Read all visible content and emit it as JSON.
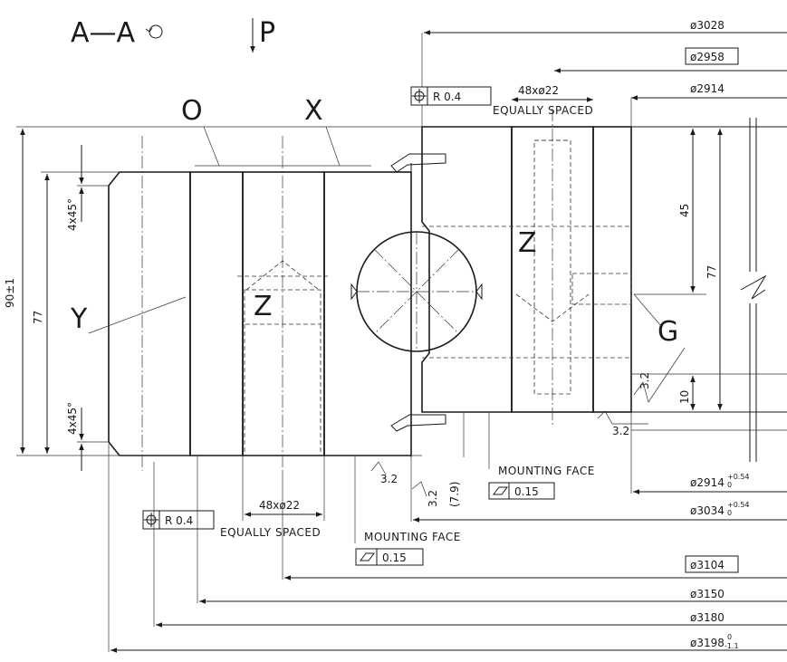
{
  "section_label": "A—A",
  "view_label": "P",
  "callouts": {
    "o": "O",
    "x": "X",
    "y": "Y",
    "z_outer": "Z",
    "z_inner": "Z",
    "g": "G"
  },
  "dimensions": {
    "height_total": "90±1",
    "height_inner": "77",
    "chamfer_top": "4x45°",
    "chamfer_bottom": "4x45°",
    "dim_45": "45",
    "dim_77": "77",
    "dim_10": "10",
    "dim_79": "(7.9)",
    "d3028": "ø3028",
    "d2958": "ø2958",
    "d2914": "ø2914",
    "d2914_tol": "ø2914",
    "tol_2914": "+0.54",
    "tol_2914_low": "0",
    "d3034": "ø3034",
    "tol_3034": "+0.54",
    "tol_3034_low": "0",
    "d3104": "ø3104",
    "d3150": "ø3150",
    "d3180": "ø3180",
    "d3198": "ø3198",
    "tol_3198": "0",
    "tol_3198_low": "-1.1"
  },
  "holes": {
    "top_count": "48xø22",
    "top_spacing": "EQUALLY SPACED",
    "bottom_count": "48xø22",
    "bottom_spacing": "EQUALLY SPACED"
  },
  "tolerances": {
    "position_top": "R 0.4",
    "position_bottom": "R 0.4",
    "flatness_top": "0.15",
    "flatness_bottom": "0.15"
  },
  "labels": {
    "mounting_face_top": "MOUNTING FACE",
    "mounting_face_bottom": "MOUNTING FACE"
  },
  "roughness": {
    "r1": "3.2",
    "r2": "3.2",
    "r3": "3.2",
    "r4": "3.2"
  },
  "icons": [
    "rotate-arrow-icon",
    "position-symbol-icon",
    "flatness-symbol-icon",
    "surface-finish-icon",
    "view-arrow-icon"
  ]
}
